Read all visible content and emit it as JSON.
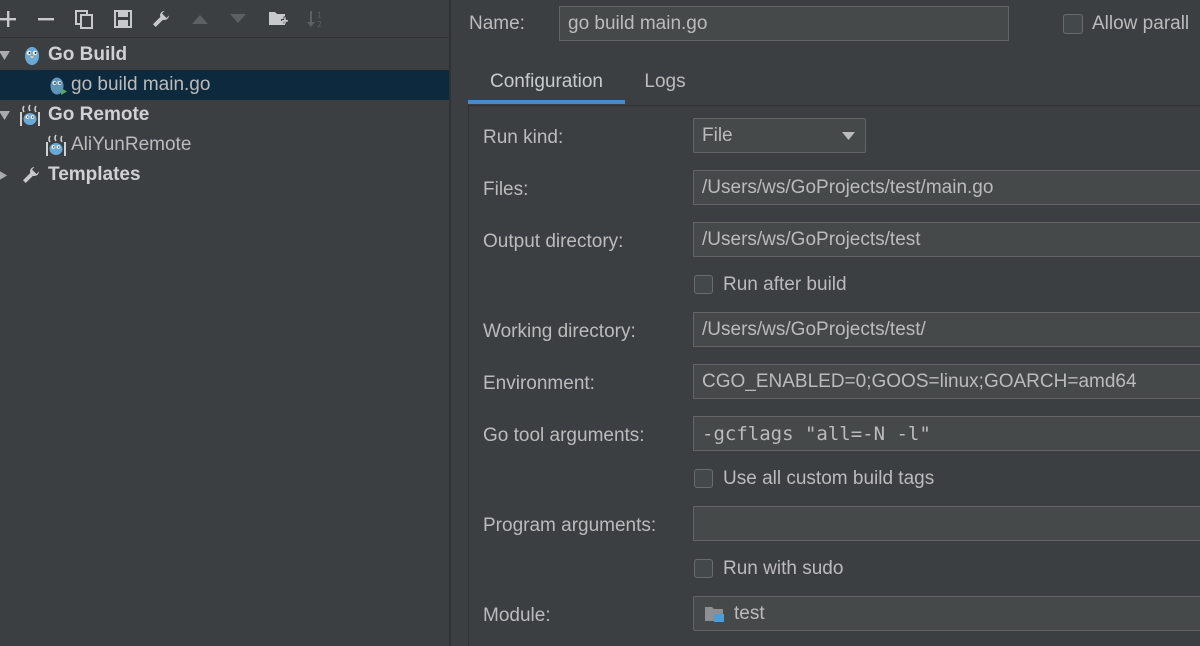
{
  "toolbar": {
    "add": "add",
    "remove": "remove",
    "copy": "copy",
    "save": "save",
    "edit_defaults": "wrench",
    "move_up": "up",
    "move_down": "down",
    "new_folder": "folder-add",
    "sort": "sort-alpha"
  },
  "tree": {
    "items": [
      {
        "label": "Go Build",
        "expanded": true,
        "bold": true,
        "icon": "go-gopher-icon"
      },
      {
        "label": "go build main.go",
        "selected": true,
        "icon": "go-gopher-run-icon"
      },
      {
        "label": "Go Remote",
        "expanded": true,
        "bold": true,
        "icon": "go-remote-icon"
      },
      {
        "label": "AliYunRemote",
        "icon": "go-remote-icon"
      },
      {
        "label": "Templates",
        "expanded": false,
        "bold": true,
        "icon": "wrench-icon"
      }
    ]
  },
  "header": {
    "name_label": "Name:",
    "name_value": "go build main.go",
    "allow_parallel_label": "Allow parall"
  },
  "tabs": [
    {
      "label": "Configuration",
      "active": true
    },
    {
      "label": "Logs",
      "active": false
    }
  ],
  "form": {
    "run_kind": {
      "label": "Run kind:",
      "value": "File"
    },
    "files": {
      "label": "Files:",
      "value": "/Users/ws/GoProjects/test/main.go"
    },
    "output_directory": {
      "label": "Output directory:",
      "value": "/Users/ws/GoProjects/test"
    },
    "run_after_build": {
      "label": "Run after build",
      "checked": false
    },
    "working_directory": {
      "label": "Working directory:",
      "value": "/Users/ws/GoProjects/test/"
    },
    "environment": {
      "label": "Environment:",
      "value": "CGO_ENABLED=0;GOOS=linux;GOARCH=amd64"
    },
    "go_tool_arguments": {
      "label": "Go tool arguments:",
      "value": "-gcflags \"all=-N -l\""
    },
    "use_custom_build_tags": {
      "label": "Use all custom build tags",
      "checked": false
    },
    "program_arguments": {
      "label": "Program arguments:",
      "value": ""
    },
    "run_with_sudo": {
      "label": "Run with sudo",
      "checked": false
    },
    "module": {
      "label": "Module:",
      "value": "test"
    }
  },
  "colors": {
    "background": "#3c3f41",
    "selection": "#0d293e",
    "accent": "#4a88c7",
    "input_bg": "#45494a"
  }
}
